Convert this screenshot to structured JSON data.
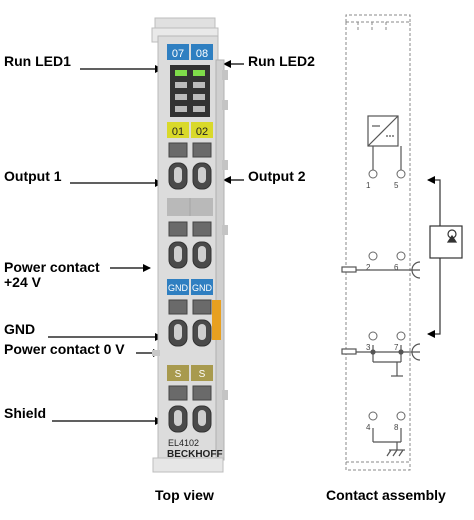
{
  "labels": {
    "run_led1": "Run LED1",
    "run_led2": "Run LED2",
    "output1": "Output 1",
    "output2": "Output 2",
    "power_contact_24v_line1": "Power contact",
    "power_contact_24v_line2": "+24 V",
    "gnd": "GND",
    "power_contact_0v": "Power contact 0 V",
    "shield": "Shield"
  },
  "terminal": {
    "led_numbers": [
      "07",
      "08"
    ],
    "channel_numbers": [
      "01",
      "02"
    ],
    "gnd_labels": [
      "GND",
      "GND"
    ],
    "shield_labels": [
      "S",
      "S"
    ],
    "model": "EL4102",
    "brand": "BECKHOFF"
  },
  "contacts": {
    "pin_numbers": [
      "1",
      "5",
      "2",
      "6",
      "3",
      "7",
      "4",
      "8"
    ]
  },
  "captions": {
    "top_view": "Top view",
    "contact_assembly": "Contact assembly"
  },
  "colors": {
    "led_label_blue": "#2f7fc1",
    "channel_yellow": "#d9d92a",
    "gnd_blue": "#2f7fc1",
    "shield_khaki": "#a89a4e",
    "power_contact_orange": "#e8a020",
    "housing_gray": "#d8d8d8"
  }
}
